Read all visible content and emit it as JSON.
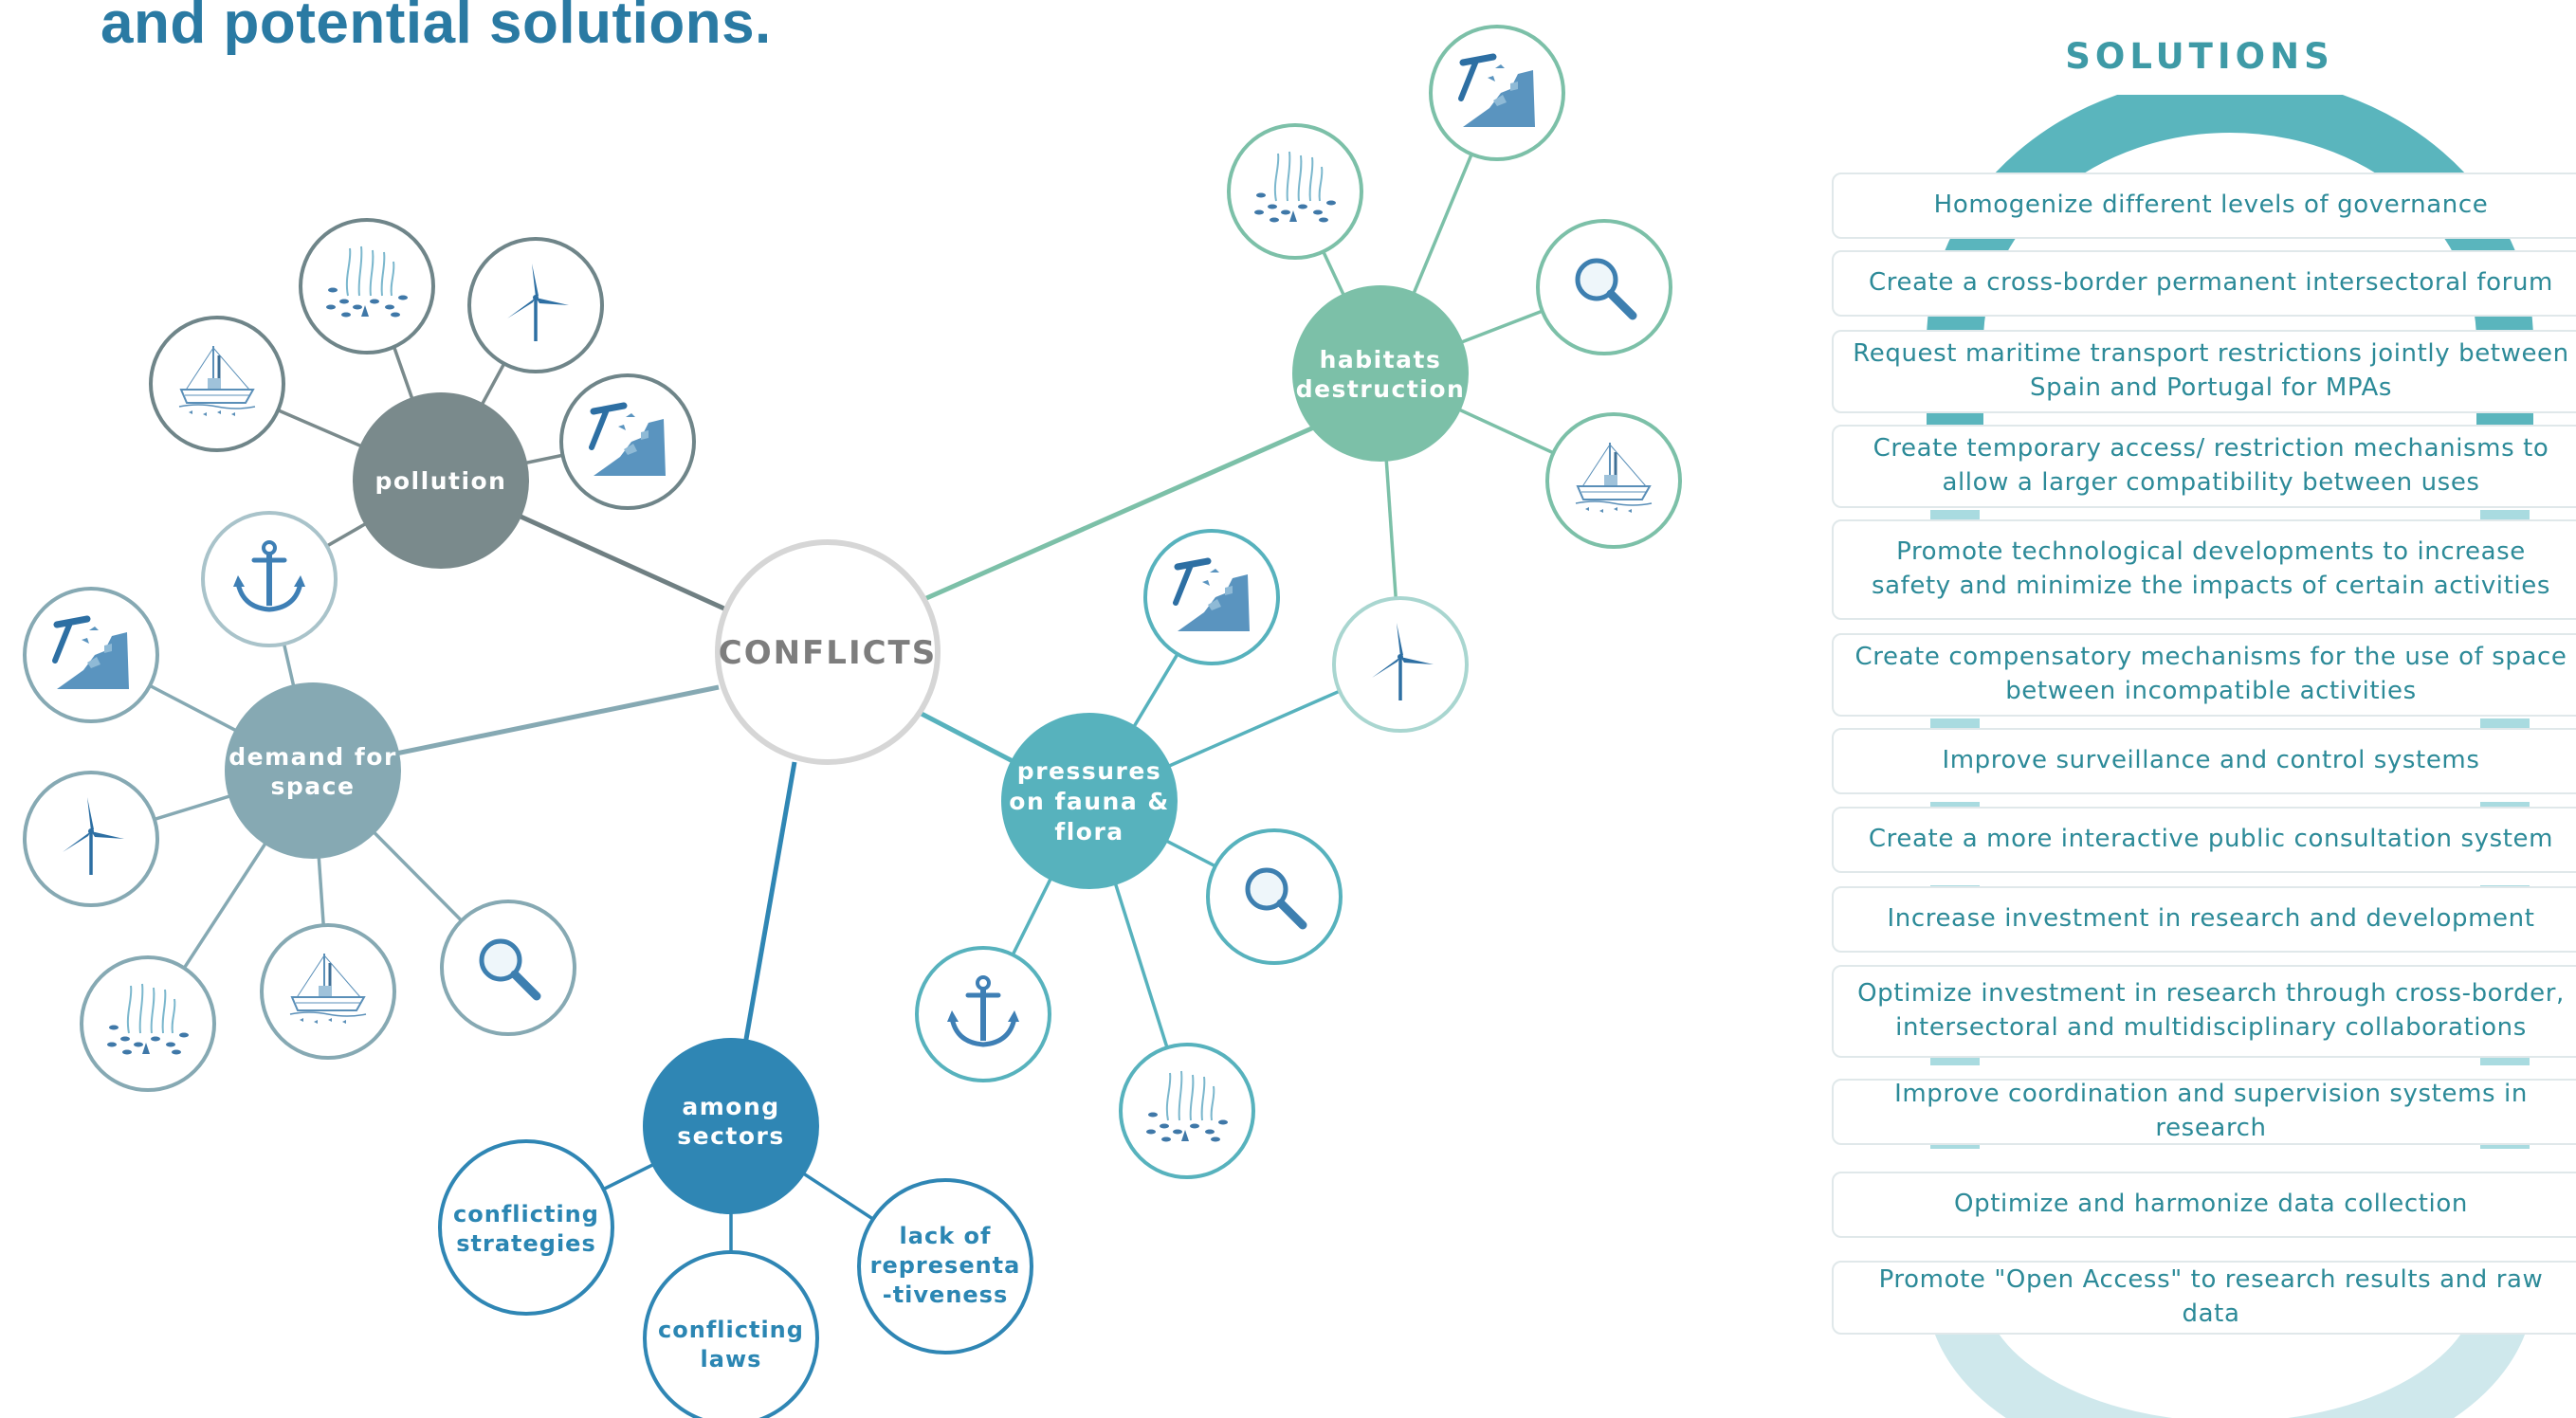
{
  "title": "and potential solutions.",
  "center": "CONFLICTS",
  "hubs": {
    "pollution": [
      "pollution"
    ],
    "demand": [
      "demand for",
      "space"
    ],
    "habitats": [
      "habitats",
      "destruction"
    ],
    "pressures": [
      "pressures",
      "on fauna &",
      "flora"
    ],
    "among": [
      "among",
      "sectors"
    ]
  },
  "leaf_nodes": {
    "conflicting_strategies": [
      "conflicting",
      "strategies"
    ],
    "conflicting_laws": [
      "conflicting",
      "laws"
    ],
    "lack_of_representativeness": [
      "lack of",
      "representa",
      "-tiveness"
    ]
  },
  "icons": [
    "fishing-boat-icon",
    "fish-school-icon",
    "wind-turbine-icon",
    "mining-icon",
    "anchor-icon",
    "magnifier-icon"
  ],
  "colors": {
    "title": "#2a7aa3",
    "pollution": "#7a8a8c",
    "demand": "#86a9b3",
    "habitats": "#7cc0a8",
    "pressures": "#57b2bd",
    "among": "#2f86b4",
    "solutions_text": "#2c8a98"
  },
  "solutions": {
    "title": "SOLUTIONS",
    "items": [
      "Homogenize different levels of governance",
      "Create a cross-border permanent intersectoral forum",
      "Request maritime transport restrictions jointly between Spain and Portugal for MPAs",
      "Create temporary access/ restriction mechanisms to allow a larger compatibility between uses",
      "Promote technological developments to increase safety and minimize the impacts of certain activities",
      "Create compensatory mechanisms for the use of space between incompatible activities",
      "Improve surveillance and control systems",
      "Create a more interactive public consultation system",
      "Increase investment in research and development",
      "Optimize investment in research through cross-border, intersectoral and multidisciplinary collaborations",
      "Improve coordination and supervision systems in research",
      "Optimize and harmonize data collection",
      "Promote \"Open Access\" to research results and raw data"
    ]
  }
}
